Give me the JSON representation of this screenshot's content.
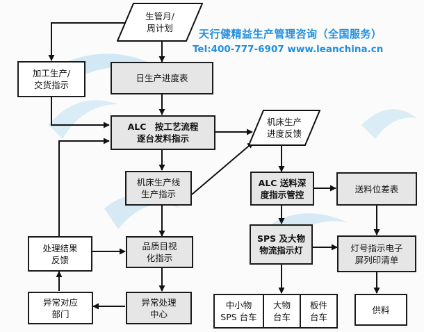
{
  "watermark": {
    "title": "天行健精益生产管理咨询（全国服务）",
    "contact": "Tel:400-777-6907 www.leanchina.cn"
  },
  "nodes": {
    "monthly_weekly_plan": "生管月/\n周计划",
    "processing_delivery": "加工生产/\n交货指示",
    "daily_schedule": "日生产进度表",
    "alc_dispatch": "ALC　按工艺流程\n逐台发料指示",
    "machine_feedback": "机床生产\n进度反馈",
    "machine_line": "机床生产线\n生产指示",
    "alc_depth": "ALC 送料深\n度指示管控",
    "feed_diff": "送料位差表",
    "result_feedback": "处理结果\n反馈",
    "quality_visual": "品质目视\n化指示",
    "sps_lamp": "SPS 及大物\n物流指示灯",
    "lamp_print": "灯号指示电子\n屏列印清单",
    "abnormal_dept": "异常对应\n部门",
    "abnormal_center": "异常处理\n中心",
    "small_sps_cart": "中小物\nSPS 台车",
    "large_cart": "大物\n台车",
    "plate_cart": "板件\n台车",
    "supply": "供料"
  }
}
